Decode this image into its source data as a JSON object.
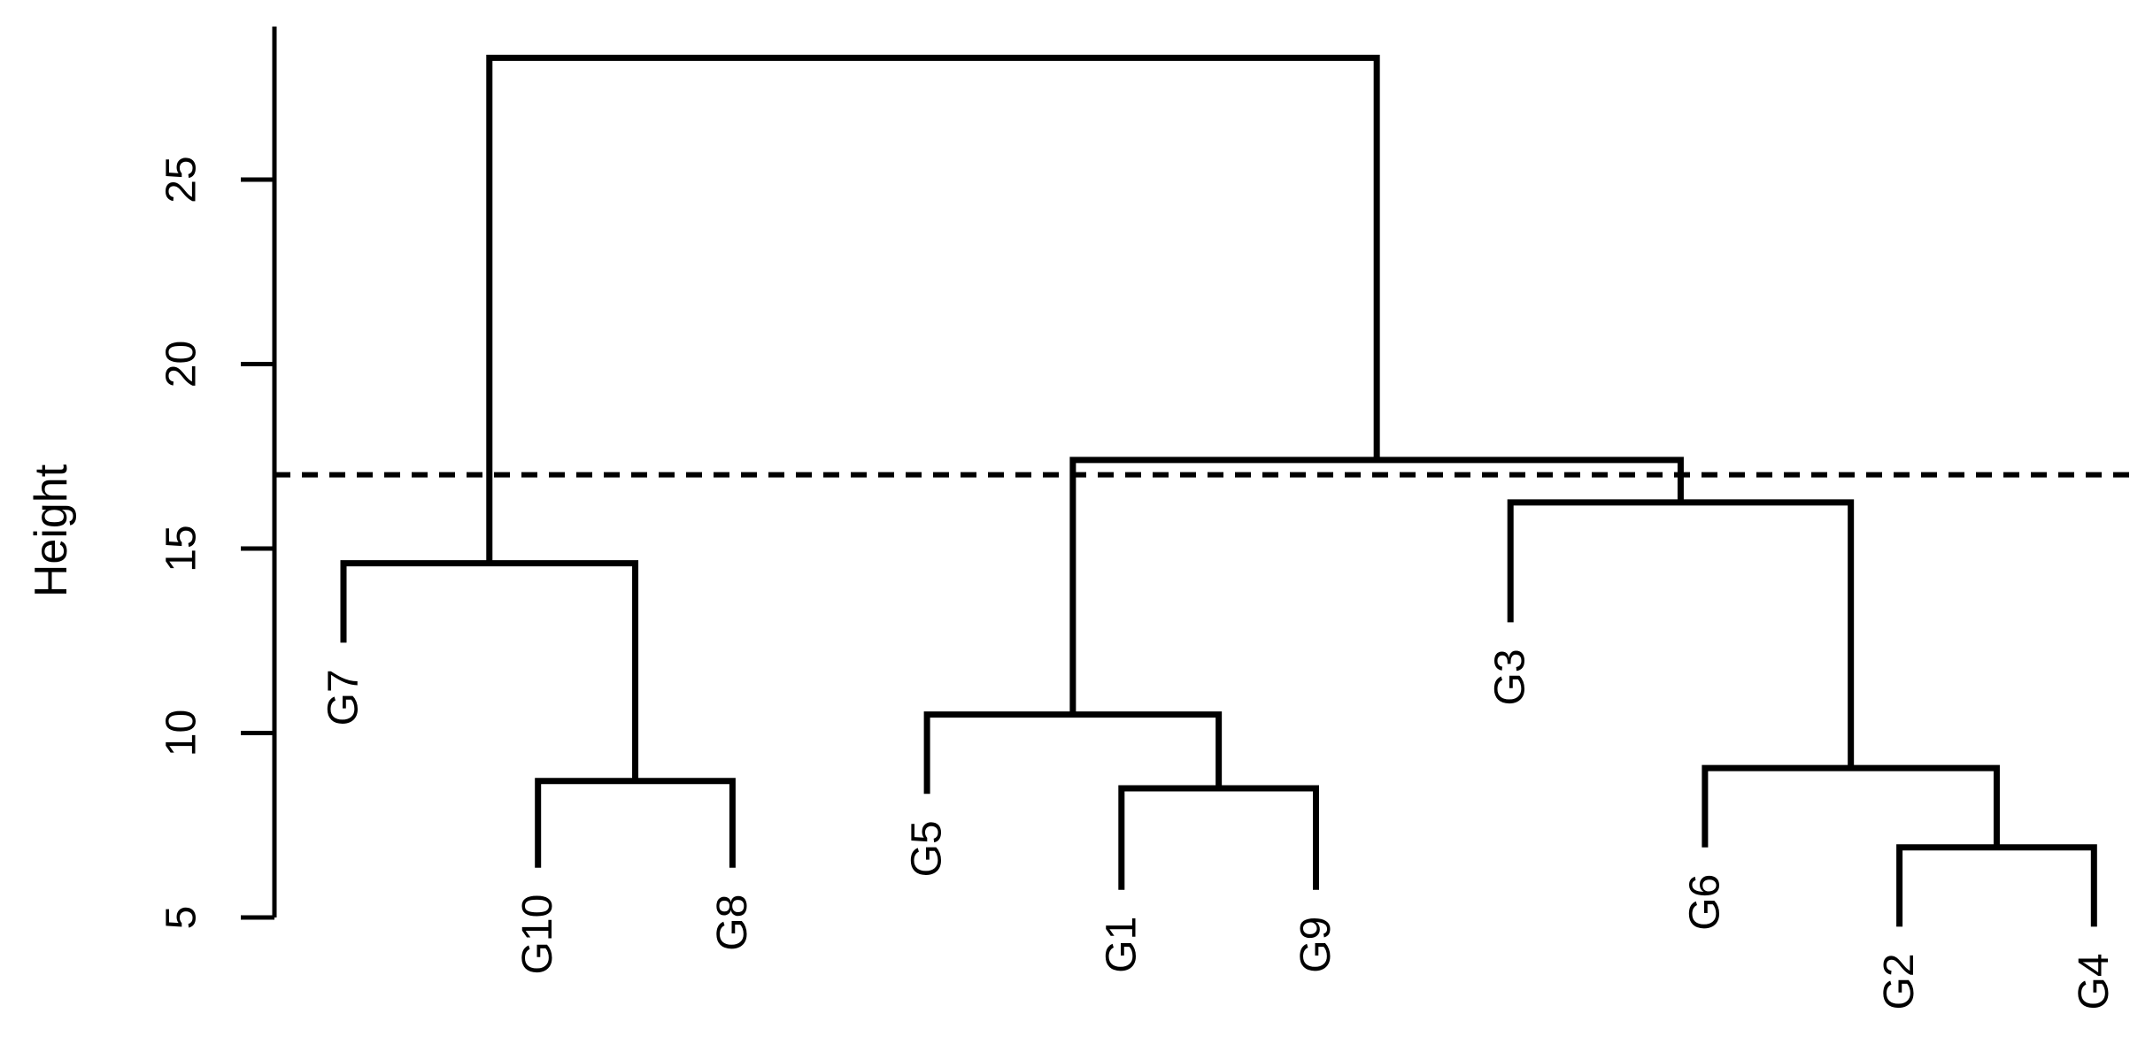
{
  "figure": {
    "background": "#ffffff",
    "line_color": "#000000"
  },
  "chart_data": {
    "type": "dendrogram",
    "ylabel": "Height",
    "yaxis": {
      "label": "Height",
      "ticks": [
        5,
        10,
        15,
        20,
        25
      ],
      "range_shown": [
        5,
        28.3
      ],
      "grid": false
    },
    "leaf_order": [
      "G7",
      "G10",
      "G8",
      "G5",
      "G1",
      "G9",
      "G3",
      "G6",
      "G2",
      "G4"
    ],
    "leaf_drop_heights": {
      "G7": 12.45,
      "G10": 6.35,
      "G8": 6.35,
      "G5": 8.35,
      "G1": 5.75,
      "G9": 5.75,
      "G3": 13.0,
      "G6": 6.9,
      "G2": 4.75,
      "G4": 4.75
    },
    "merges": [
      {
        "id": "m1",
        "children": [
          "G2",
          "G4"
        ],
        "height": 6.9
      },
      {
        "id": "m2",
        "children": [
          "G1",
          "G9"
        ],
        "height": 8.5
      },
      {
        "id": "m3",
        "children": [
          "G10",
          "G8"
        ],
        "height": 8.7
      },
      {
        "id": "m4",
        "children": [
          "G6",
          "m1"
        ],
        "height": 9.05
      },
      {
        "id": "m5",
        "children": [
          "G5",
          "m2"
        ],
        "height": 10.5
      },
      {
        "id": "m6",
        "children": [
          "G7",
          "m3"
        ],
        "height": 14.6
      },
      {
        "id": "m7",
        "children": [
          "G3",
          "m4"
        ],
        "height": 16.25
      },
      {
        "id": "m8",
        "children": [
          "m5",
          "m7"
        ],
        "height": 17.4
      },
      {
        "id": "m9",
        "children": [
          "m6",
          "m8"
        ],
        "height": 28.3
      }
    ],
    "cut_line": {
      "height": 17.0,
      "style": "dashed"
    }
  }
}
